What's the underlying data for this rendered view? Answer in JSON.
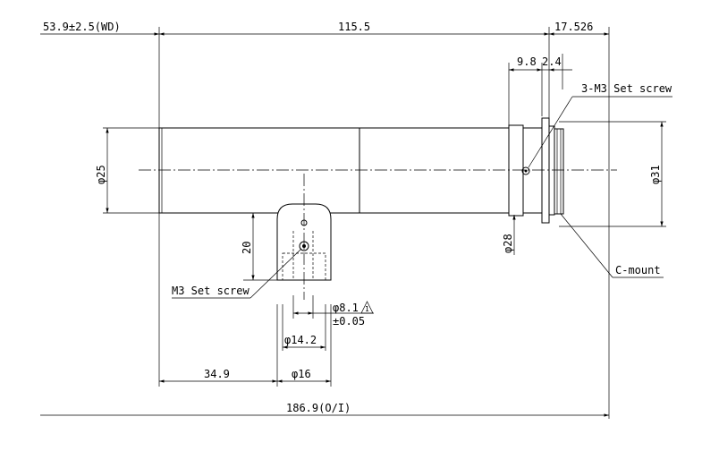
{
  "dimensions": {
    "wd": "53.9±2.5(WD)",
    "length_main": "115.5",
    "flange": "17.526",
    "d_9_8": "9.8",
    "d_2_4": "2.4",
    "set_screw_3": "3-M3 Set screw",
    "dia_25": "φ25",
    "dia_31": "φ31",
    "dia_28": "φ28",
    "height_20": "20",
    "set_screw_m3": "M3 Set screw",
    "dia_8_1": "φ8.1",
    "tolerance": "±0.05",
    "tolerance_flag": "1",
    "dia_14_2": "φ14.2",
    "dia_16": "φ16",
    "offset_34_9": "34.9",
    "c_mount": "C-mount",
    "total": "186.9(O/I)"
  }
}
